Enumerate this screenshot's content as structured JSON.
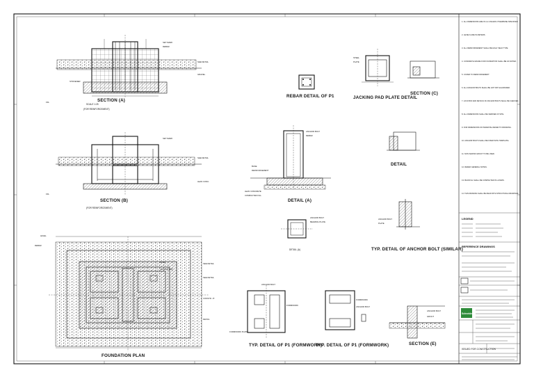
{
  "drawing": {
    "section_a_title": "SECTION (A)",
    "section_a_sub": "(FOR REINFORCEMENT)",
    "section_b_title": "SECTION (B)",
    "section_b_sub": "(FOR REINFORCEMENT)",
    "foundation_plan_title": "FOUNDATION PLAN",
    "rebar_detail_title": "REBAR DETAIL OF P1",
    "jacking_pad_title": "JACKING PAD PLATE DETAIL",
    "section_c_title": "SECTION (C)",
    "detail_a_title": "DETAIL (A)",
    "detail_b_title": "DETAIL",
    "typ_anchor_title": "TYP. DETAIL OF ANCHOR BOLT (SIMILAR)",
    "typ_p1_title": "TYP. DETAIL OF P1 (FORMWORK)",
    "typ_p1b_title": "TYP. DETAIL OF P1 (FORMWORK)",
    "section_e_title": "SECTION (E)"
  },
  "notes": {
    "items": [
      "1. ALL DIMENSIONS ARE IN mm UNLESS OTHERWISE SPECIFIED.",
      "2. LEVELS ARE IN METERS.",
      "3. ALL REINFORCEMENT SHALL BE HIGH YIELD TYPE.",
      "4. CONCRETE GRADE FOR FOUNDATION SHALL BE AS NOTED.",
      "5. COVER TO REINFORCEMENT",
      "6. ALL ANCHOR BOLTS SHALL BE HOT DIP GALVANIZED.",
      "7. LOCATION AND DETAILS OF ANCHOR BOLTS SHALL BE CHECKED.",
      "8. ALL DIMENSIONS SHALL BE VERIFIED AT SITE.",
      "9. FOR DIMENSIONS OF PEDESTAL REFER TO DRAWING.",
      "10. ANCHOR BOLTS SHALL BE FIXED WITH TEMPLATE.",
      "11. NON SHRINK GROUT TO BE USED.",
      "12. REFER GENERAL NOTES.",
      "13. BACKFILL SHALL BE COMPACTED IN LAYERS.",
      "14. THIS DRAWING SHALL BE READ WITH STRUCTURAL DRAWINGS."
    ],
    "legend_title": "LEGEND",
    "reference_title": "REFERENCE DRAWINGS"
  },
  "title_block": {
    "brand": "Schneider",
    "revision_note": "ISSUED FOR CONSTRUCTION"
  }
}
